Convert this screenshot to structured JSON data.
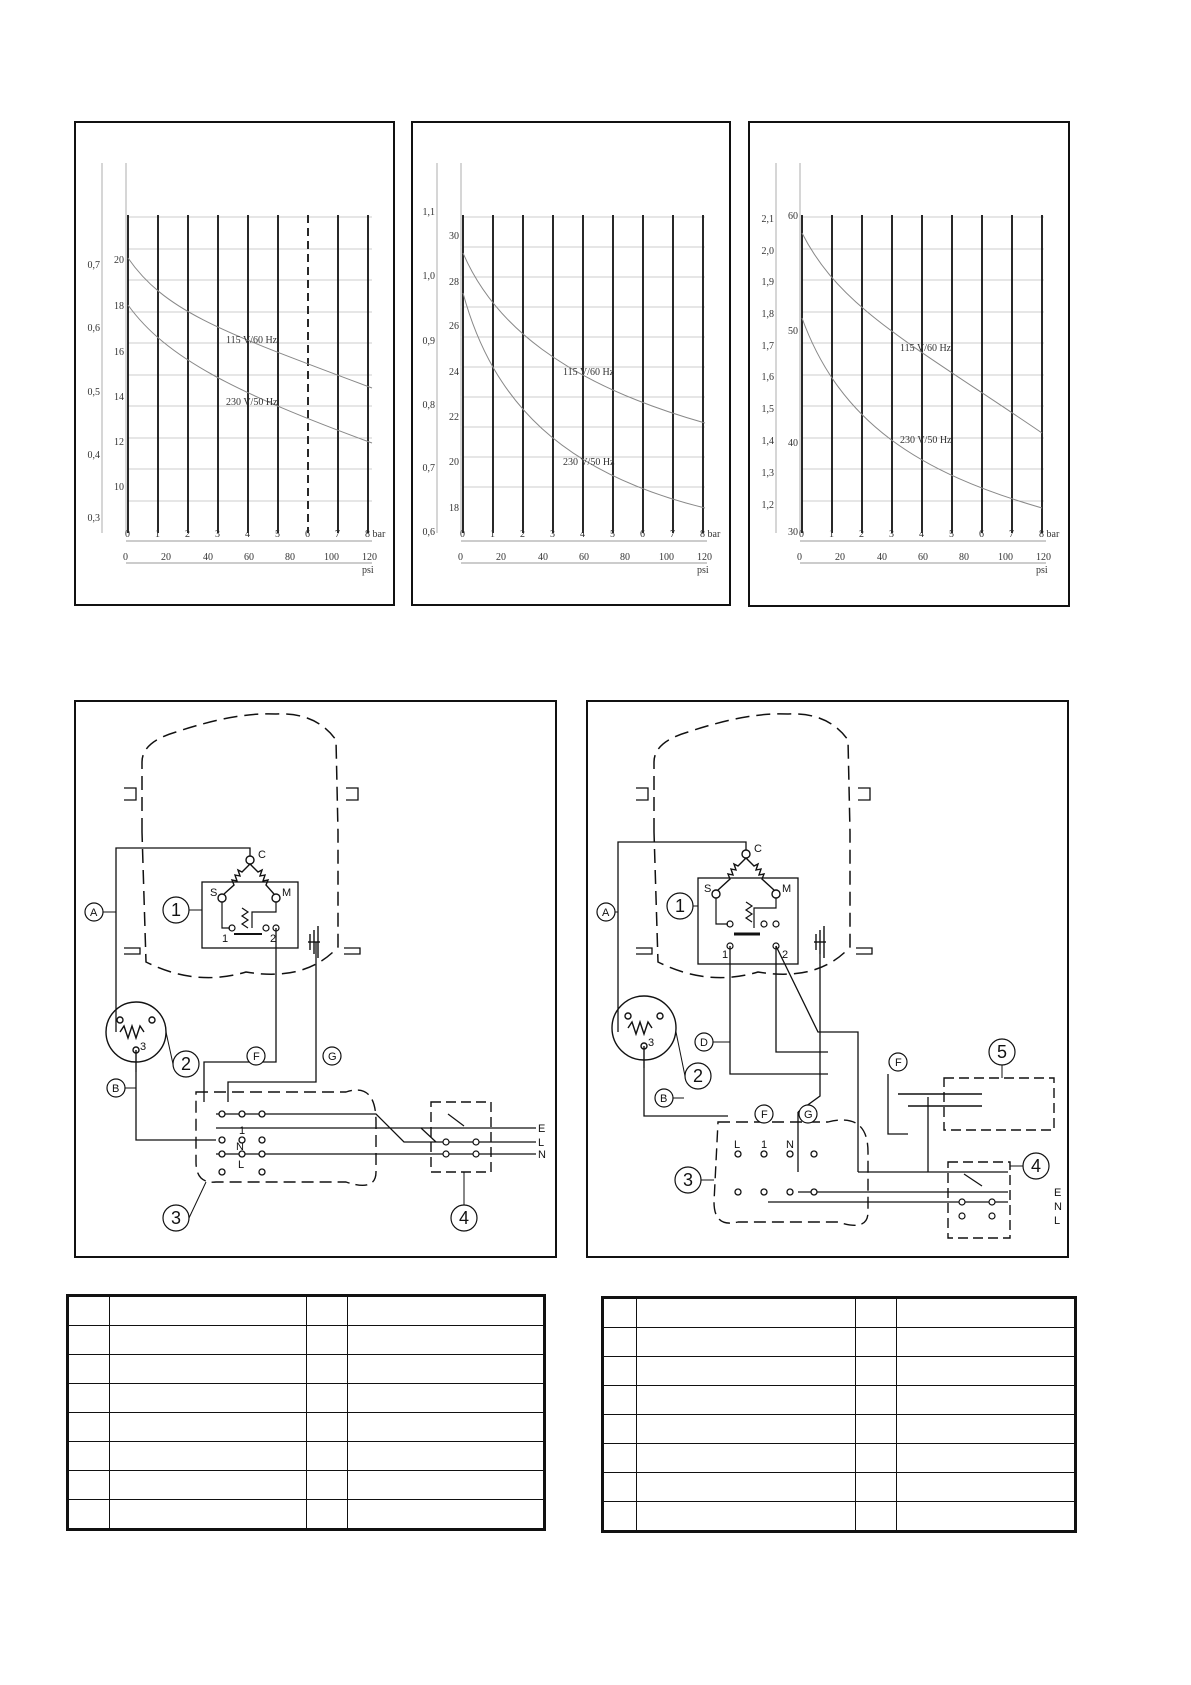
{
  "charts": [
    {
      "axis_left_outer": [
        "0,7",
        "0,6",
        "0,5",
        "0,4",
        "0,3"
      ],
      "axis_left_inner": [
        "20",
        "18",
        "16",
        "14",
        "12",
        "10"
      ],
      "bar_ticks": [
        "0",
        "1",
        "2",
        "3",
        "4",
        "5",
        "6",
        "7",
        "8 bar"
      ],
      "psi_ticks": [
        "0",
        "20",
        "40",
        "60",
        "80",
        "100",
        "120"
      ],
      "psi_unit": "psi",
      "curve_labels": [
        "115 V/60 Hz",
        "230 V/50 Hz"
      ]
    },
    {
      "axis_left_outer": [
        "1,1",
        "1,0",
        "0,9",
        "0,8",
        "0,7",
        "0,6"
      ],
      "axis_left_inner": [
        "30",
        "28",
        "26",
        "24",
        "22",
        "20",
        "18"
      ],
      "bar_ticks": [
        "0",
        "1",
        "2",
        "3",
        "4",
        "5",
        "6",
        "7",
        "8 bar"
      ],
      "psi_ticks": [
        "0",
        "20",
        "40",
        "60",
        "80",
        "100",
        "120"
      ],
      "psi_unit": "psi",
      "curve_labels": [
        "115 V/60 Hz",
        "230 V/50 Hz"
      ]
    },
    {
      "axis_left_outer": [
        "2,1",
        "2,0",
        "1,9",
        "1,8",
        "1,7",
        "1,6",
        "1,5",
        "1,4",
        "1,3",
        "1,2"
      ],
      "axis_left_inner": [
        "60",
        "50",
        "40",
        "30"
      ],
      "bar_ticks": [
        "0",
        "1",
        "2",
        "3",
        "4",
        "5",
        "6",
        "7",
        "8 bar"
      ],
      "psi_ticks": [
        "0",
        "20",
        "40",
        "60",
        "80",
        "100",
        "120"
      ],
      "psi_unit": "psi",
      "curve_labels": [
        "115 V/60 Hz",
        "230 V/50 Hz"
      ]
    }
  ],
  "diagram1": {
    "letters": [
      "A",
      "B",
      "F",
      "G"
    ],
    "numbers": [
      "1",
      "2",
      "3",
      "4"
    ],
    "terminals": [
      "C",
      "S",
      "M",
      "1",
      "2",
      "3"
    ],
    "block_marks": [
      "1",
      "N",
      "L"
    ],
    "lines": [
      "E",
      "L",
      "N"
    ]
  },
  "diagram2": {
    "letters": [
      "A",
      "B",
      "D",
      "F",
      "G"
    ],
    "numbers": [
      "1",
      "2",
      "3",
      "4",
      "5"
    ],
    "terminals": [
      "C",
      "S",
      "M",
      "1",
      "2",
      "3"
    ],
    "block_marks": [
      "L",
      "1",
      "N"
    ],
    "lines": [
      "E",
      "N",
      "L"
    ]
  }
}
